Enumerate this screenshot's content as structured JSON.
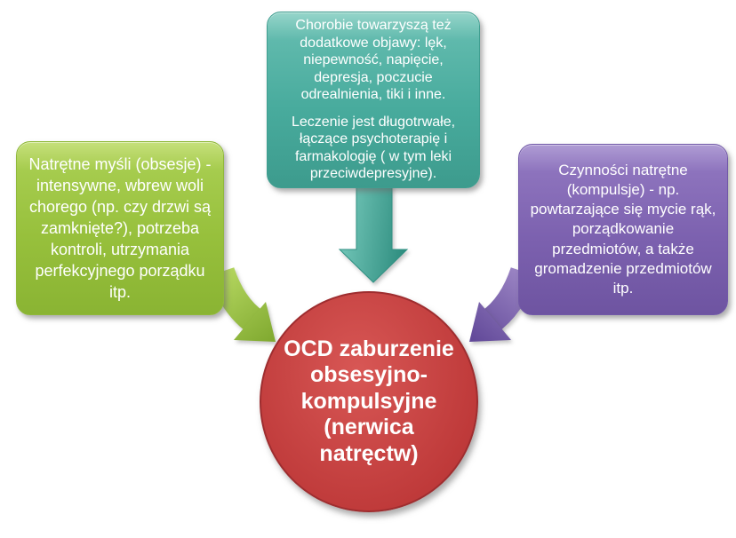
{
  "diagram": {
    "boxes": {
      "obsessions": {
        "text": "Natrętne myśli (obsesje) - intensywne, wbrew woli chorego (np. czy drzwi są zamknięte?), potrzeba kontroli, utrzymania perfekcyjnego porządku itp.",
        "color": "#97c03c"
      },
      "symptoms": {
        "paragraph1": "Chorobie towarzyszą też dodatkowe objawy: lęk, niepewność, napięcie, depresja, poczucie odrealnienia, tiki i inne.",
        "paragraph2": "Leczenie jest długotrwałe, łączące psychoterapię i farmakologię ( w tym leki przeciwdepresyjne).",
        "color": "#48ab9d"
      },
      "compulsions": {
        "text": "Czynności natrętne (kompulsje) - np. powtarzające się mycie rąk, porządkowanie przedmiotów, a także gromadzenie przedmiotów itp.",
        "color": "#7c61af"
      }
    },
    "center": {
      "text": "OCD zaburzenie obsesyjno-kompulsyjne (nerwica natręctw)",
      "color": "#c94645"
    },
    "colors": {
      "background": "#ffffff",
      "text": "#ffffff",
      "arrow_green": "#8fb832",
      "arrow_teal": "#45a99b",
      "arrow_purple": "#7a5fae"
    }
  }
}
